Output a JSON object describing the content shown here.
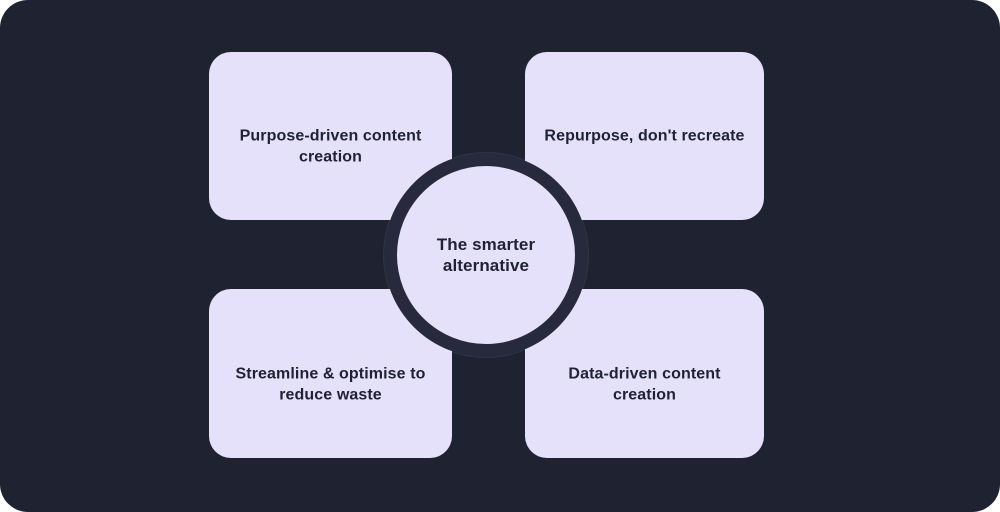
{
  "theme": {
    "page_bg": "#ffffff",
    "canvas_bg": "#1f2231",
    "card_bg": "#e5e1fa",
    "ring_color": "#262a3c",
    "text_color": "#1f2233"
  },
  "center_circle": {
    "label": "The smarter alternative",
    "lines": [
      "The smarter",
      "alternative"
    ]
  },
  "cards": [
    {
      "id": "top-left",
      "label": "Purpose-driven content creation",
      "lines": [
        "Purpose-driven content",
        "creation"
      ]
    },
    {
      "id": "top-right",
      "label": "Repurpose, don't recreate",
      "lines": [
        "Repurpose, don't recreate",
        ""
      ]
    },
    {
      "id": "bottom-left",
      "label": "Streamline & optimise to reduce waste",
      "lines": [
        "Streamline & optimise to",
        "reduce waste"
      ]
    },
    {
      "id": "bottom-right",
      "label": "Data-driven content creation",
      "lines": [
        "Data-driven content",
        "creation"
      ]
    }
  ]
}
